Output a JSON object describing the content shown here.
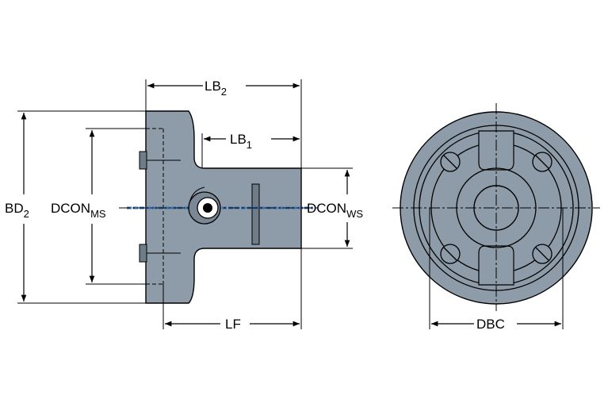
{
  "labels": {
    "lb2": {
      "base": "LB",
      "sub": "2"
    },
    "lb1": {
      "base": "LB",
      "sub": "1"
    },
    "bd2": {
      "base": "BD",
      "sub": "2"
    },
    "dcon_ms": {
      "base": "DCON",
      "sub": "MS"
    },
    "dcon_ws": {
      "base": "DCON",
      "sub": "WS"
    },
    "lf": "LF",
    "dbc": "DBC"
  },
  "colors": {
    "body": "#8e9ca9",
    "line": "#000000",
    "coolant": "#3a6fb0"
  }
}
